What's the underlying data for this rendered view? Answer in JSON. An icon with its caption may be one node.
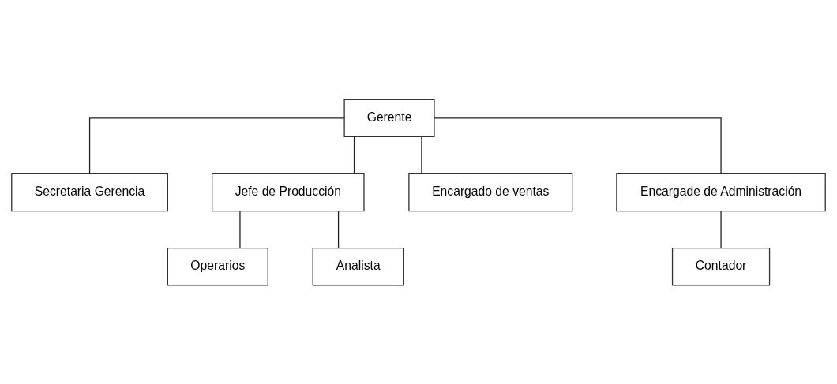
{
  "diagram": {
    "nodes": [
      {
        "text": [
          "Gerente"
        ]
      },
      {
        "text": [
          "Secretaria Gerencia"
        ]
      },
      {
        "text": [
          "Jefe de Producción"
        ]
      },
      {
        "text": [
          "Encargado de ventas"
        ]
      },
      {
        "text": [
          "Encargade de Administración"
        ]
      },
      {
        "text": [
          "Operarios"
        ]
      },
      {
        "text": [
          "Analista"
        ]
      },
      {
        "text": [
          "Contador"
        ]
      }
    ],
    "edges": [
      {
        "from": 0,
        "to": 1,
        "arrow": "none"
      },
      {
        "from": 0,
        "to": 2,
        "arrow": "none"
      },
      {
        "from": 0,
        "to": 3,
        "arrow": "none"
      },
      {
        "from": 0,
        "to": 4,
        "arrow": "none"
      },
      {
        "from": 2,
        "to": 5,
        "arrow": "none"
      },
      {
        "from": 2,
        "to": 6,
        "arrow": "none"
      },
      {
        "from": 4,
        "to": 7,
        "arrow": "none"
      }
    ]
  }
}
